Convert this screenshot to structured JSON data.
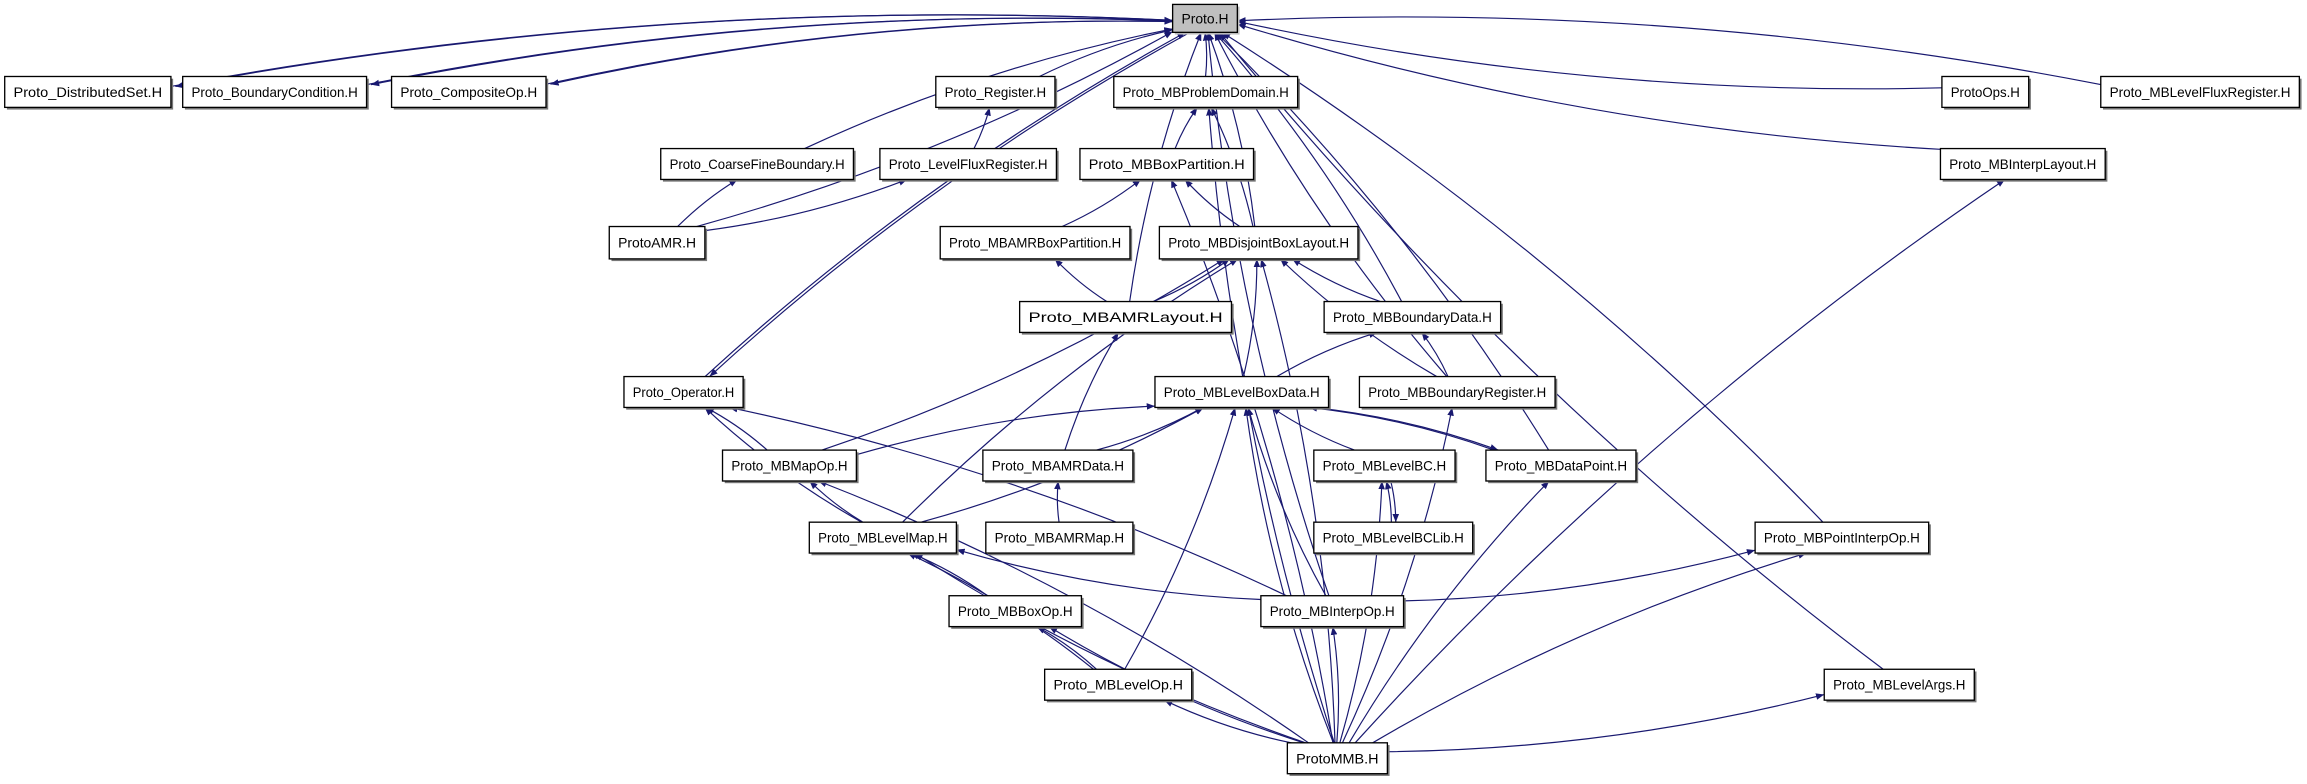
{
  "graph": {
    "type": "include-dependency-graph",
    "edge_color": "#191970",
    "root_fill": "#bfbfbf",
    "nodes": [
      {
        "id": "proto",
        "label": "Proto.H",
        "root": true
      },
      {
        "id": "distset",
        "label": "Proto_DistributedSet.H"
      },
      {
        "id": "bc",
        "label": "Proto_BoundaryCondition.H"
      },
      {
        "id": "compop",
        "label": "Proto_CompositeOp.H"
      },
      {
        "id": "register",
        "label": "Proto_Register.H"
      },
      {
        "id": "mbprob",
        "label": "Proto_MBProblemDomain.H"
      },
      {
        "id": "protoops",
        "label": "ProtoOps.H"
      },
      {
        "id": "mblfr",
        "label": "Proto_MBLevelFluxRegister.H"
      },
      {
        "id": "cfb",
        "label": "Proto_CoarseFineBoundary.H"
      },
      {
        "id": "lfr",
        "label": "Proto_LevelFluxRegister.H"
      },
      {
        "id": "mbbp",
        "label": "Proto_MBBoxPartition.H"
      },
      {
        "id": "mbinterplayout",
        "label": "Proto_MBInterpLayout.H"
      },
      {
        "id": "protoamr",
        "label": "ProtoAMR.H"
      },
      {
        "id": "mbamrbp",
        "label": "Proto_MBAMRBoxPartition.H"
      },
      {
        "id": "mbdbl",
        "label": "Proto_MBDisjointBoxLayout.H"
      },
      {
        "id": "mbamrlayout",
        "label": "Proto_MBAMRLayout.H"
      },
      {
        "id": "mbbd",
        "label": "Proto_MBBoundaryData.H"
      },
      {
        "id": "operator",
        "label": "Proto_Operator.H"
      },
      {
        "id": "mblbd",
        "label": "Proto_MBLevelBoxData.H"
      },
      {
        "id": "mbbr",
        "label": "Proto_MBBoundaryRegister.H"
      },
      {
        "id": "mbmapop",
        "label": "Proto_MBMapOp.H"
      },
      {
        "id": "mbamrdata",
        "label": "Proto_MBAMRData.H"
      },
      {
        "id": "mblevelbc",
        "label": "Proto_MBLevelBC.H"
      },
      {
        "id": "mbdatapoint",
        "label": "Proto_MBDataPoint.H"
      },
      {
        "id": "mblevelmap",
        "label": "Proto_MBLevelMap.H"
      },
      {
        "id": "mbamrmap",
        "label": "Proto_MBAMRMap.H"
      },
      {
        "id": "mblevelbclib",
        "label": "Proto_MBLevelBCLib.H"
      },
      {
        "id": "mbpointinterp",
        "label": "Proto_MBPointInterpOp.H"
      },
      {
        "id": "mbboxop",
        "label": "Proto_MBBoxOp.H"
      },
      {
        "id": "mbinterpop",
        "label": "Proto_MBInterpOp.H"
      },
      {
        "id": "mblevelop",
        "label": "Proto_MBLevelOp.H"
      },
      {
        "id": "mblevelargs",
        "label": "Proto_MBLevelArgs.H"
      },
      {
        "id": "protommb",
        "label": "ProtoMMB.H"
      }
    ],
    "edges": [
      [
        "distset",
        "proto"
      ],
      [
        "proto",
        "distset"
      ],
      [
        "bc",
        "proto"
      ],
      [
        "proto",
        "bc"
      ],
      [
        "compop",
        "proto"
      ],
      [
        "proto",
        "compop"
      ],
      [
        "register",
        "proto"
      ],
      [
        "mbprob",
        "proto"
      ],
      [
        "protoops",
        "proto"
      ],
      [
        "mblfr",
        "proto"
      ],
      [
        "cfb",
        "proto"
      ],
      [
        "protoamr",
        "proto"
      ],
      [
        "operator",
        "proto"
      ],
      [
        "proto",
        "operator"
      ],
      [
        "mbinterplayout",
        "proto"
      ],
      [
        "mbdbl",
        "proto"
      ],
      [
        "mbamrlayout",
        "proto"
      ],
      [
        "mbbd",
        "proto"
      ],
      [
        "mbbr",
        "proto"
      ],
      [
        "mbdatapoint",
        "proto"
      ],
      [
        "mbinterpop",
        "proto"
      ],
      [
        "mbpointinterp",
        "proto"
      ],
      [
        "mblevelargs",
        "proto"
      ],
      [
        "lfr",
        "register"
      ],
      [
        "protoamr",
        "cfb"
      ],
      [
        "protoamr",
        "lfr"
      ],
      [
        "mbbp",
        "mbprob"
      ],
      [
        "mbdbl",
        "mbprob"
      ],
      [
        "protommb",
        "mbprob"
      ],
      [
        "mbamrbp",
        "mbbp"
      ],
      [
        "mbdbl",
        "mbbp"
      ],
      [
        "protommb",
        "mbbp"
      ],
      [
        "mbamrlayout",
        "mbamrbp"
      ],
      [
        "mbamrlayout",
        "mbdbl"
      ],
      [
        "mbbd",
        "mbdbl"
      ],
      [
        "mblbd",
        "mbdbl"
      ],
      [
        "mbbr",
        "mbdbl"
      ],
      [
        "mbmapop",
        "mbdbl"
      ],
      [
        "mblevelmap",
        "mbdbl"
      ],
      [
        "protommb",
        "mbdbl"
      ],
      [
        "mblbd",
        "mbbd"
      ],
      [
        "mbbr",
        "mbbd"
      ],
      [
        "mbamrdata",
        "mbamrlayout"
      ],
      [
        "mbmapop",
        "operator"
      ],
      [
        "mblevelmap",
        "operator"
      ],
      [
        "mbinterpop",
        "operator"
      ],
      [
        "mbmapop",
        "mblbd"
      ],
      [
        "mbamrdata",
        "mblbd"
      ],
      [
        "mblevelbc",
        "mblbd"
      ],
      [
        "mbdatapoint",
        "mblbd"
      ],
      [
        "mblbd",
        "mbdatapoint"
      ],
      [
        "mblevelmap",
        "mblbd"
      ],
      [
        "mbinterpop",
        "mblbd"
      ],
      [
        "mblevelop",
        "mblbd"
      ],
      [
        "protommb",
        "mblbd"
      ],
      [
        "protommb",
        "mbbr"
      ],
      [
        "mblevelmap",
        "mbmapop"
      ],
      [
        "protommb",
        "mbmapop"
      ],
      [
        "mbamrmap",
        "mbamrdata"
      ],
      [
        "mblevelbclib",
        "mblevelbc"
      ],
      [
        "mblevelbc",
        "mblevelbclib"
      ],
      [
        "protommb",
        "mblevelbc"
      ],
      [
        "protommb",
        "mbdatapoint"
      ],
      [
        "mbboxop",
        "mblevelmap"
      ],
      [
        "mbinterpop",
        "mblevelmap"
      ],
      [
        "mblevelop",
        "mblevelmap"
      ],
      [
        "protommb",
        "mblevelmap"
      ],
      [
        "mbinterpop",
        "mbpointinterp"
      ],
      [
        "protommb",
        "mbpointinterp"
      ],
      [
        "mblevelop",
        "mbboxop"
      ],
      [
        "protommb",
        "mbboxop"
      ],
      [
        "protommb",
        "mbinterpop"
      ],
      [
        "protommb",
        "mblevelop"
      ],
      [
        "protommb",
        "mblevelargs"
      ],
      [
        "protommb",
        "mbinterplayout"
      ]
    ]
  }
}
